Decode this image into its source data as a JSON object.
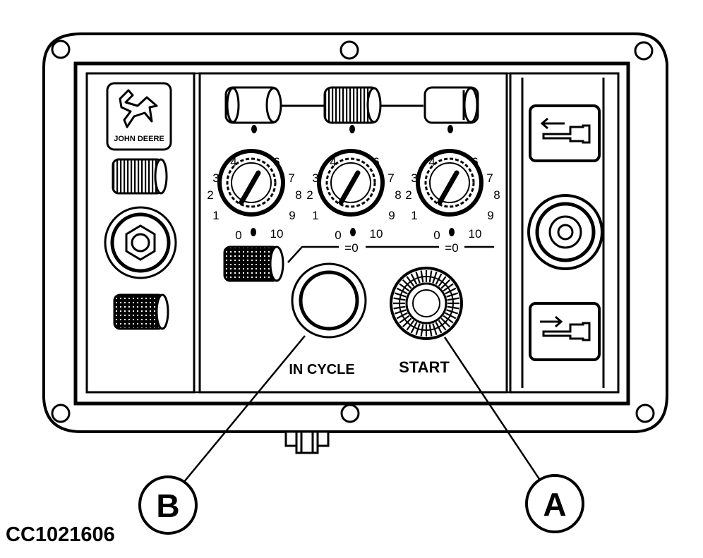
{
  "brand": {
    "logo_text": "JOHN DEERE"
  },
  "timers": {
    "scale_labels": [
      "0",
      "1",
      "2",
      "3",
      "4",
      "6",
      "7",
      "8",
      "9",
      "10"
    ],
    "reset_marks": [
      "=0",
      "=0"
    ]
  },
  "buttons": {
    "in_cycle_label": "IN CYCLE",
    "start_label": "START"
  },
  "callouts": {
    "a": "A",
    "b": "B"
  },
  "figure_id": "CC1021606",
  "colors": {
    "ink": "#000000",
    "paper": "#ffffff"
  }
}
